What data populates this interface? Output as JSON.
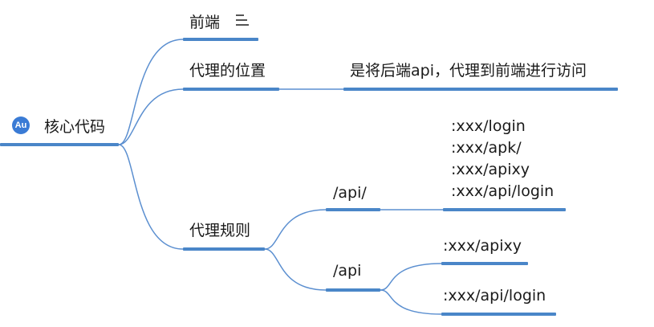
{
  "root": {
    "badge": "Au",
    "label": "核心代码"
  },
  "branches": {
    "frontend": {
      "label": "前端",
      "icon": "menu-icon"
    },
    "proxy_location": {
      "label": "代理的位置",
      "note": "是将后端api，代理到前端进行访问"
    },
    "proxy_rules": {
      "label": "代理规则",
      "rule_slash": {
        "label": "/api/",
        "matches": [
          ":xxx/login",
          ":xxx/apk/",
          ":xxx/apixy",
          ":xxx/api/login"
        ]
      },
      "rule_plain": {
        "label": "/api",
        "match_a": ":xxx/apixy",
        "match_b": ":xxx/api/login"
      }
    }
  },
  "colors": {
    "line": "#4a86c8",
    "connector": "#5b8fd0",
    "badge": "#3a7bd5"
  }
}
